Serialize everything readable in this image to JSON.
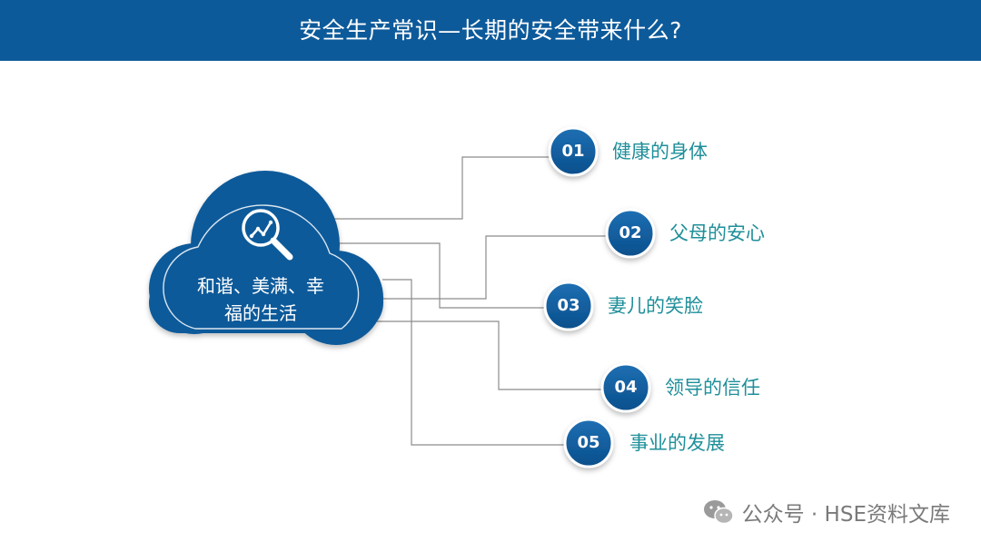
{
  "header": {
    "title": "安全生产常识—长期的安全带来什么?"
  },
  "center": {
    "line1": "和谐、美满、幸",
    "line2": "福的生活",
    "icon": "magnifier-chart-icon"
  },
  "items": [
    {
      "number": "01",
      "label": "健康的身体"
    },
    {
      "number": "02",
      "label": "父母的安心"
    },
    {
      "number": "03",
      "label": "妻儿的笑脸"
    },
    {
      "number": "04",
      "label": "领导的信任"
    },
    {
      "number": "05",
      "label": "事业的发展"
    }
  ],
  "watermark": {
    "text": "公众号 · HSE资料文库",
    "icon": "wechat-icon"
  },
  "colors": {
    "primary": "#0d5a9a",
    "accent": "#1f8f9a",
    "line": "#8c8c8c"
  }
}
